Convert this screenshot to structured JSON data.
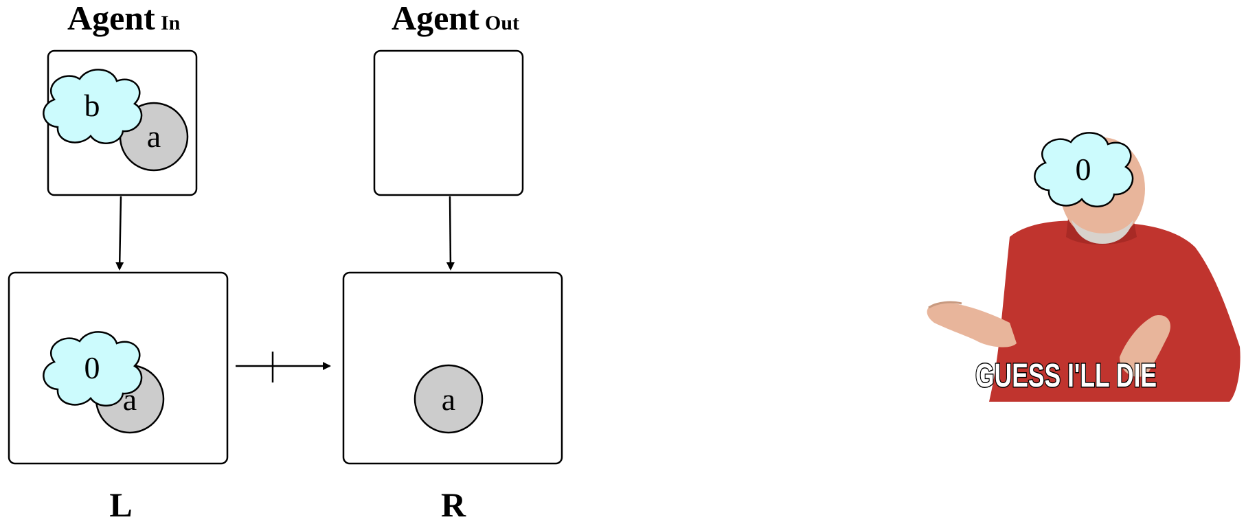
{
  "diagram": {
    "agent_in": {
      "title": "Agent",
      "subscript": "In",
      "cloud_label": "b",
      "node_label": "a"
    },
    "agent_out": {
      "title": "Agent",
      "subscript": "Out"
    },
    "left": {
      "caption": "L",
      "cloud_label": "0",
      "node_label": "a"
    },
    "right": {
      "caption": "R",
      "node_label": "a"
    },
    "colors": {
      "cloud_fill": "#ccfbfd",
      "node_fill": "#cccccc",
      "stroke": "#000000",
      "sweater": "#c0342e",
      "skin": "#e8b59b",
      "meme_text_fill": "#ffffff"
    }
  },
  "meme": {
    "caption": "GUESS I'LL DIE",
    "cloud_label": "0",
    "icon": "shrugging-man-meme"
  }
}
